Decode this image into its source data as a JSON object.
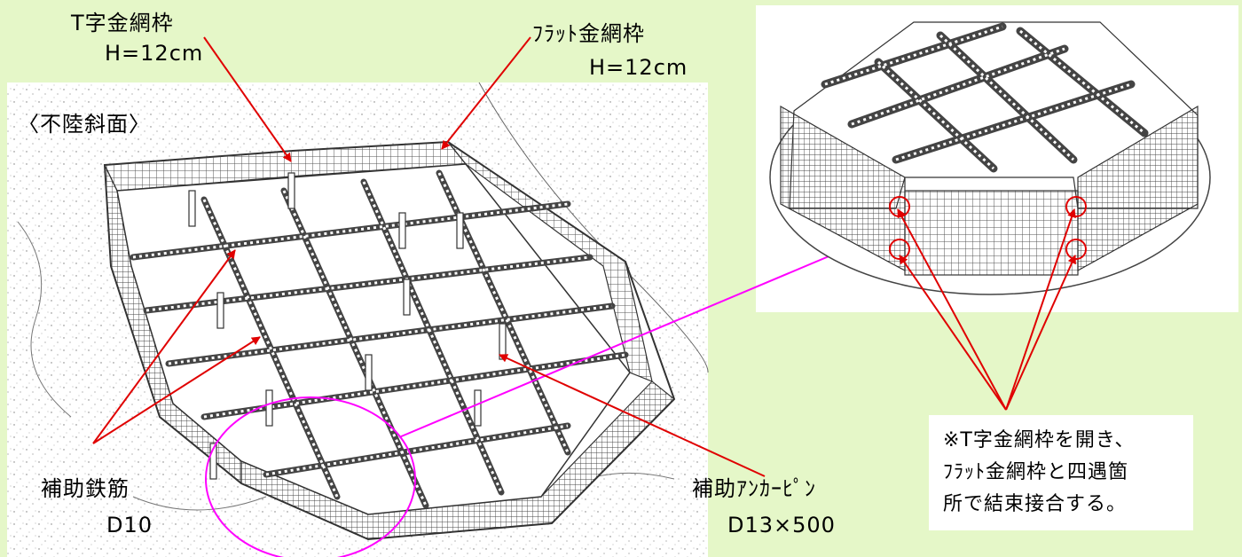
{
  "labels": {
    "t_frame": "T字金網枠",
    "t_frame_height": "H=12cm",
    "flat_frame": "ﾌﾗｯﾄ金網枠",
    "flat_frame_height": "H=12cm",
    "slope": "〈不陸斜面〉",
    "aux_rebar": "補助鉄筋",
    "aux_rebar_size": "D10",
    "aux_anchor_pin": "補助ｱﾝｶｰﾋﾟﾝ",
    "aux_anchor_pin_size": "D13×500"
  },
  "callout": {
    "line1": "※T字金網枠を開き、",
    "line2": "ﾌﾗｯﾄ金網枠と四遇箇",
    "line3": "所で結束接合する。"
  },
  "colors": {
    "background": "#e5f7c8",
    "pointer_arrow": "#e00000",
    "highlight_circle": "#ff00ff",
    "detail_circle": "#e00000"
  }
}
